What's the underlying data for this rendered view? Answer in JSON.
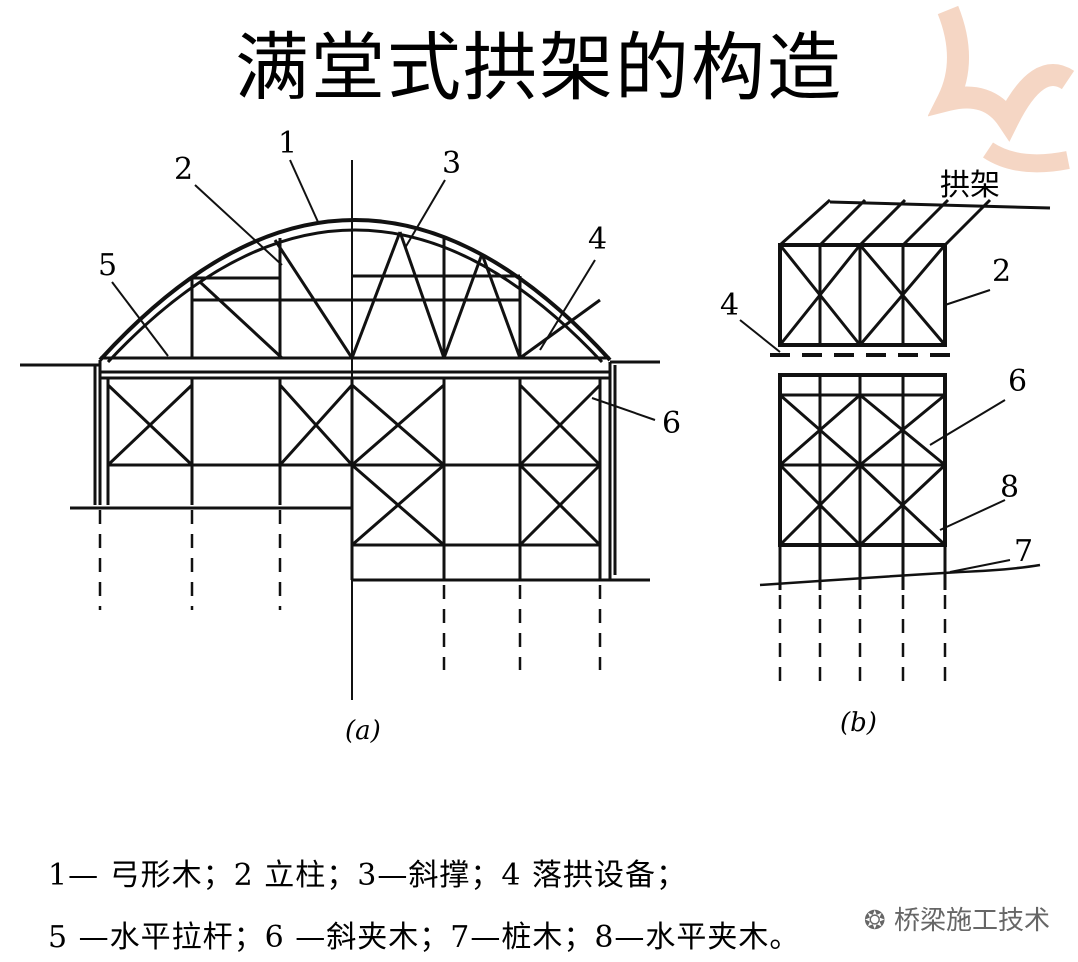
{
  "title": "满堂式拱架的构造",
  "callouts_a": {
    "c1": "1",
    "c2": "2",
    "c3": "3",
    "c4": "4",
    "c5": "5",
    "c6": "6"
  },
  "callouts_b": {
    "c2": "2",
    "c4": "4",
    "c6": "6",
    "c7": "7",
    "c8": "8"
  },
  "header_b": "拱架",
  "sub_a": "(a)",
  "sub_b": "(b)",
  "legend": {
    "line1": "1— 弓形木；2  立柱；3—斜撑；4  落拱设备；",
    "line2": "5 —水平拉杆；6 —斜夹木；7—桩木；8—水平夹木。"
  },
  "watermark": "桥梁施工技术",
  "colors": {
    "line": "#111111",
    "deco": "#f5d6c4"
  }
}
